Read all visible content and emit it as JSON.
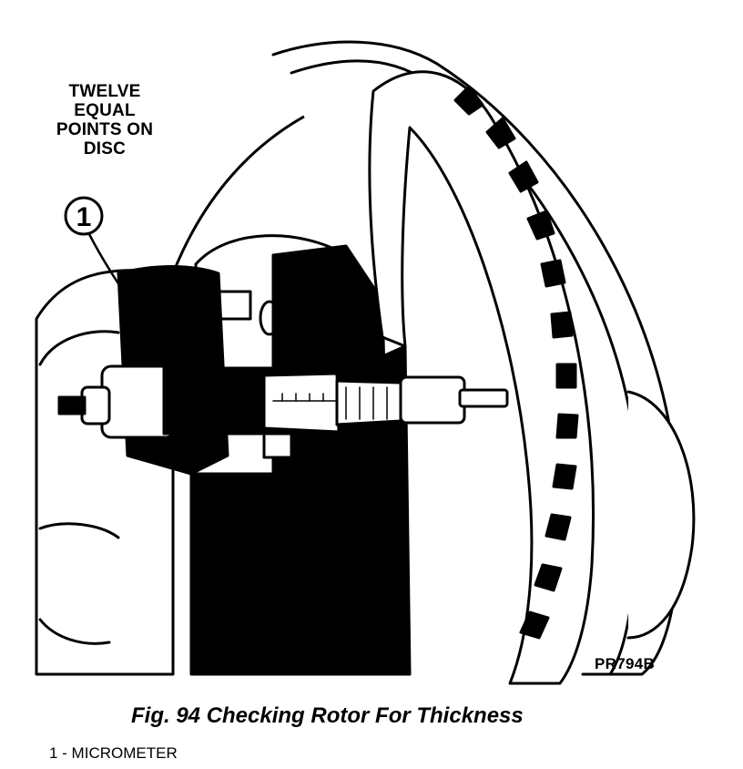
{
  "diagram": {
    "callout_text": [
      "TWELVE",
      "EQUAL",
      "POINTS ON",
      "DISC"
    ],
    "callout_number": "1",
    "figure_code": "PR794B"
  },
  "caption": {
    "title": "Fig. 94 Checking Rotor For Thickness",
    "legend": "1 - MICROMETER"
  }
}
